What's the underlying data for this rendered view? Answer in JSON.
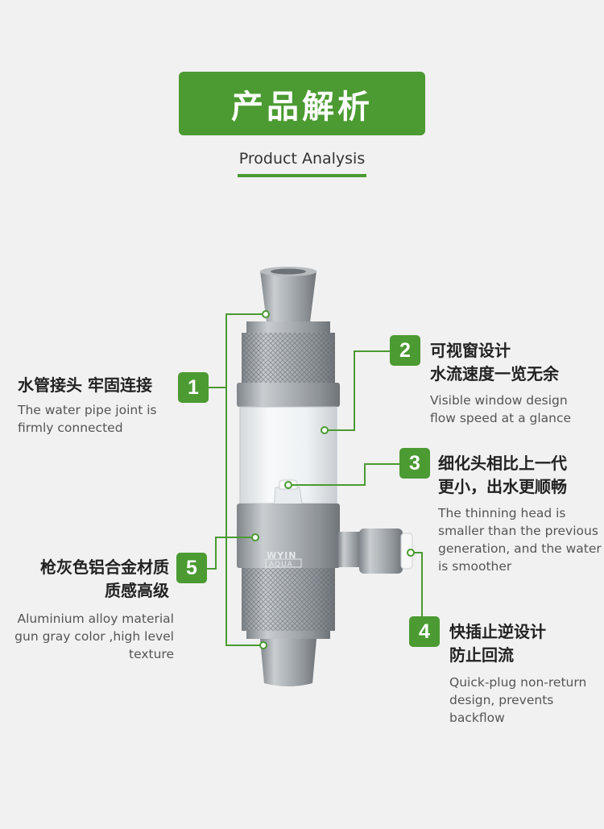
{
  "header": {
    "title_cn": "产品解析",
    "title_en": "Product Analysis"
  },
  "colors": {
    "accent": "#4b9a32",
    "background": "#f1f1f1",
    "metal": "#9ea3a7"
  },
  "product": {
    "brand_top": "WYIN",
    "brand_bottom": "AQUA"
  },
  "features": [
    {
      "num": "1",
      "title_lines": [
        "水管接头  牢固连接"
      ],
      "desc_lines": [
        "The water pipe joint is",
        "firmly connected"
      ]
    },
    {
      "num": "2",
      "title_lines": [
        "可视窗设计",
        "水流速度一览无余"
      ],
      "desc_lines": [
        "Visible window design",
        "flow speed at a glance"
      ]
    },
    {
      "num": "3",
      "title_lines": [
        "细化头相比上一代",
        "更小，出水更顺畅"
      ],
      "desc_lines": [
        "The thinning head is",
        "smaller than the previous",
        "generation, and the water",
        "is smoother"
      ]
    },
    {
      "num": "4",
      "title_lines": [
        "快插止逆设计",
        "防止回流"
      ],
      "desc_lines": [
        "Quick-plug non-return",
        "design, prevents",
        "backflow"
      ]
    },
    {
      "num": "5",
      "title_lines": [
        "枪灰色铝合金材质",
        "质感高级"
      ],
      "desc_lines": [
        "Aluminium alloy material",
        "gun gray color ,high level",
        "texture"
      ]
    }
  ]
}
